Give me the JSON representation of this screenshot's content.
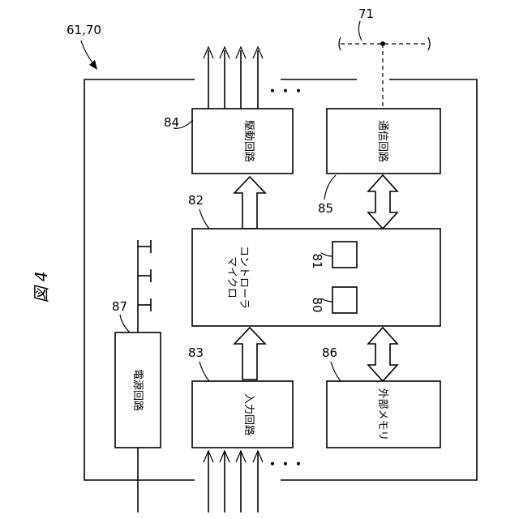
{
  "figure_label": "図 4",
  "device_ref": "61,70",
  "bus_ref": "71",
  "ellipsis": "・・・",
  "blocks": {
    "drive_circuit": {
      "ref": "84",
      "label": "駆動回路"
    },
    "comm_circuit": {
      "ref": "85",
      "label": "通信回路"
    },
    "microcontroller": {
      "ref": "82",
      "label_line1": "マイクロ",
      "label_line2": "コントローラ"
    },
    "cpu": {
      "ref": "81"
    },
    "memory": {
      "ref": "80"
    },
    "input_circuit": {
      "ref": "83",
      "label": "入力回路"
    },
    "external_memory": {
      "ref": "86",
      "label": "外部メモリ"
    },
    "power_circuit": {
      "ref": "87",
      "label": "電源回路"
    }
  }
}
